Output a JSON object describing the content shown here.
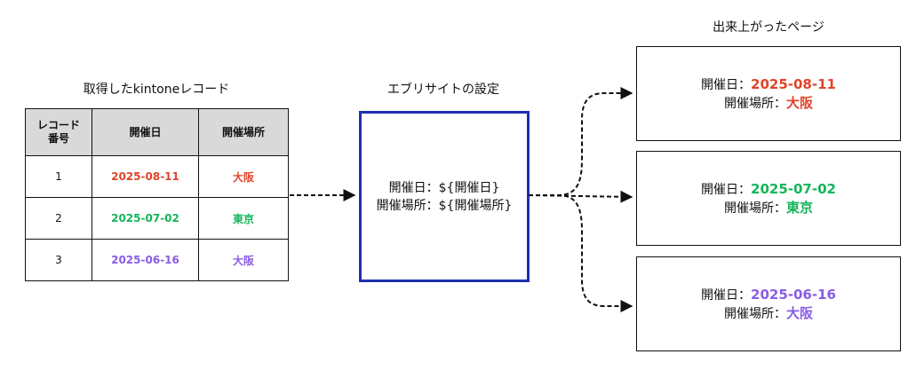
{
  "colors": {
    "red": "#e0442b",
    "green": "#14b45a",
    "purple": "#8a5ce6",
    "blue_border": "#1f2fb0",
    "header_bg": "#d9d9d9"
  },
  "captions": {
    "table": "取得したkintoneレコード",
    "settings": "エブリサイトの設定",
    "pages": "出来上がったページ"
  },
  "table": {
    "headers": {
      "record_line1": "レコード",
      "record_line2": "番号",
      "date": "開催日",
      "place": "開催場所"
    },
    "rows": [
      {
        "num": "1",
        "date": "2025-08-11",
        "place": "大阪",
        "color": "#e0442b"
      },
      {
        "num": "2",
        "date": "2025-07-02",
        "place": "東京",
        "color": "#14b45a"
      },
      {
        "num": "3",
        "date": "2025-06-16",
        "place": "大阪",
        "color": "#8a5ce6"
      }
    ]
  },
  "settings": {
    "line1": "開催日：${開催日}",
    "line2": "開催場所：${開催場所}"
  },
  "labels": {
    "date": "開催日：",
    "place": "開催場所："
  },
  "pages": [
    {
      "date": "2025-08-11",
      "place": "大阪",
      "color": "#e0442b"
    },
    {
      "date": "2025-07-02",
      "place": "東京",
      "color": "#14b45a"
    },
    {
      "date": "2025-06-16",
      "place": "大阪",
      "color": "#8a5ce6"
    }
  ]
}
